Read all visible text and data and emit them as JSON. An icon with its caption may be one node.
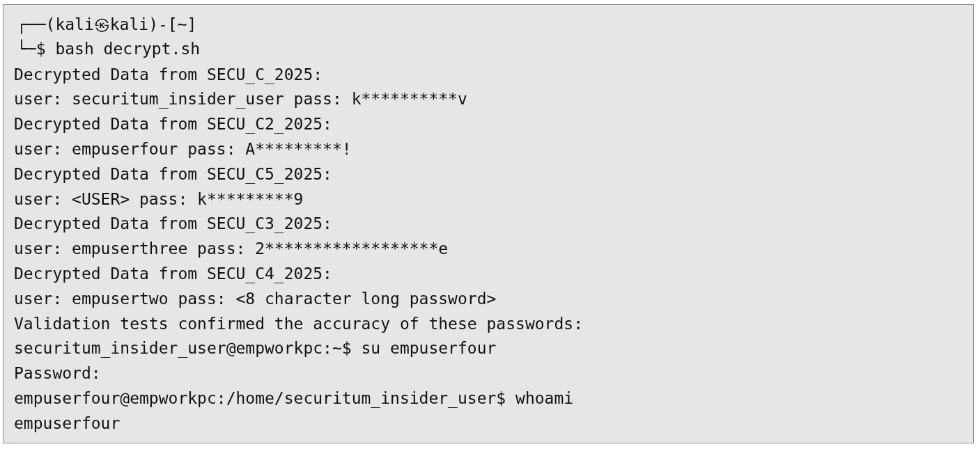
{
  "diagram": {
    "labels": [
      "┌──(kali㉿kali)-[~]",
      "└─$ bash decrypt.sh",
      "Decrypted Data from SECU_C_2025:",
      "user: securitum_insider_user pass: k**********v",
      "Decrypted Data from SECU_C2_2025:",
      "user: empuserfour pass: A*********!",
      "Decrypted Data from SECU_C5_2025:",
      "user: <USER> pass: k*********9",
      "Decrypted Data from SECU_C3_2025:",
      "user: empuserthree pass: 2******************e",
      "Decrypted Data from SECU_C4_2025:",
      "user: empusertwo pass: <8 character long password>",
      "Validation tests confirmed the accuracy of these passwords:",
      "securitum_insider_user@empworkpc:~$ su empuserfour",
      "Password:",
      "empuserfour@empworkpc:/home/securitum_insider_user$ whoami",
      "empuserfour"
    ]
  }
}
